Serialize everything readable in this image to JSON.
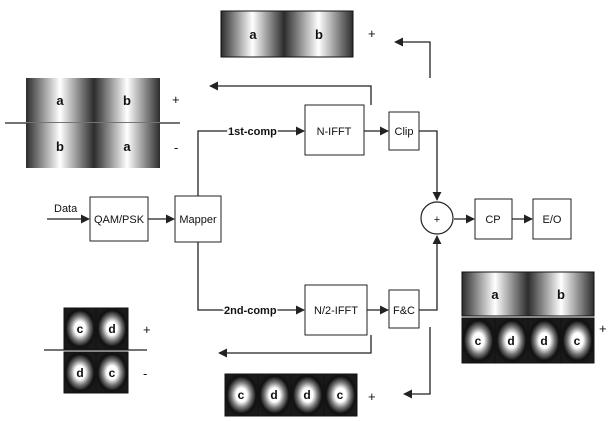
{
  "blocks": {
    "qam": "QAM/PSK",
    "mapper": "Mapper",
    "nifft": "N-IFFT",
    "clip": "Clip",
    "n2ifft": "N/2-IFFT",
    "fc": "F&C",
    "cp": "CP",
    "eo": "E/O",
    "adder": "+"
  },
  "arrows": {
    "data": "Data",
    "first": "1st-comp",
    "second": "2nd-comp"
  },
  "tiles": {
    "a": "a",
    "b": "b",
    "c": "c",
    "d": "d"
  },
  "signs": {
    "plus": "+",
    "minus": "-"
  }
}
